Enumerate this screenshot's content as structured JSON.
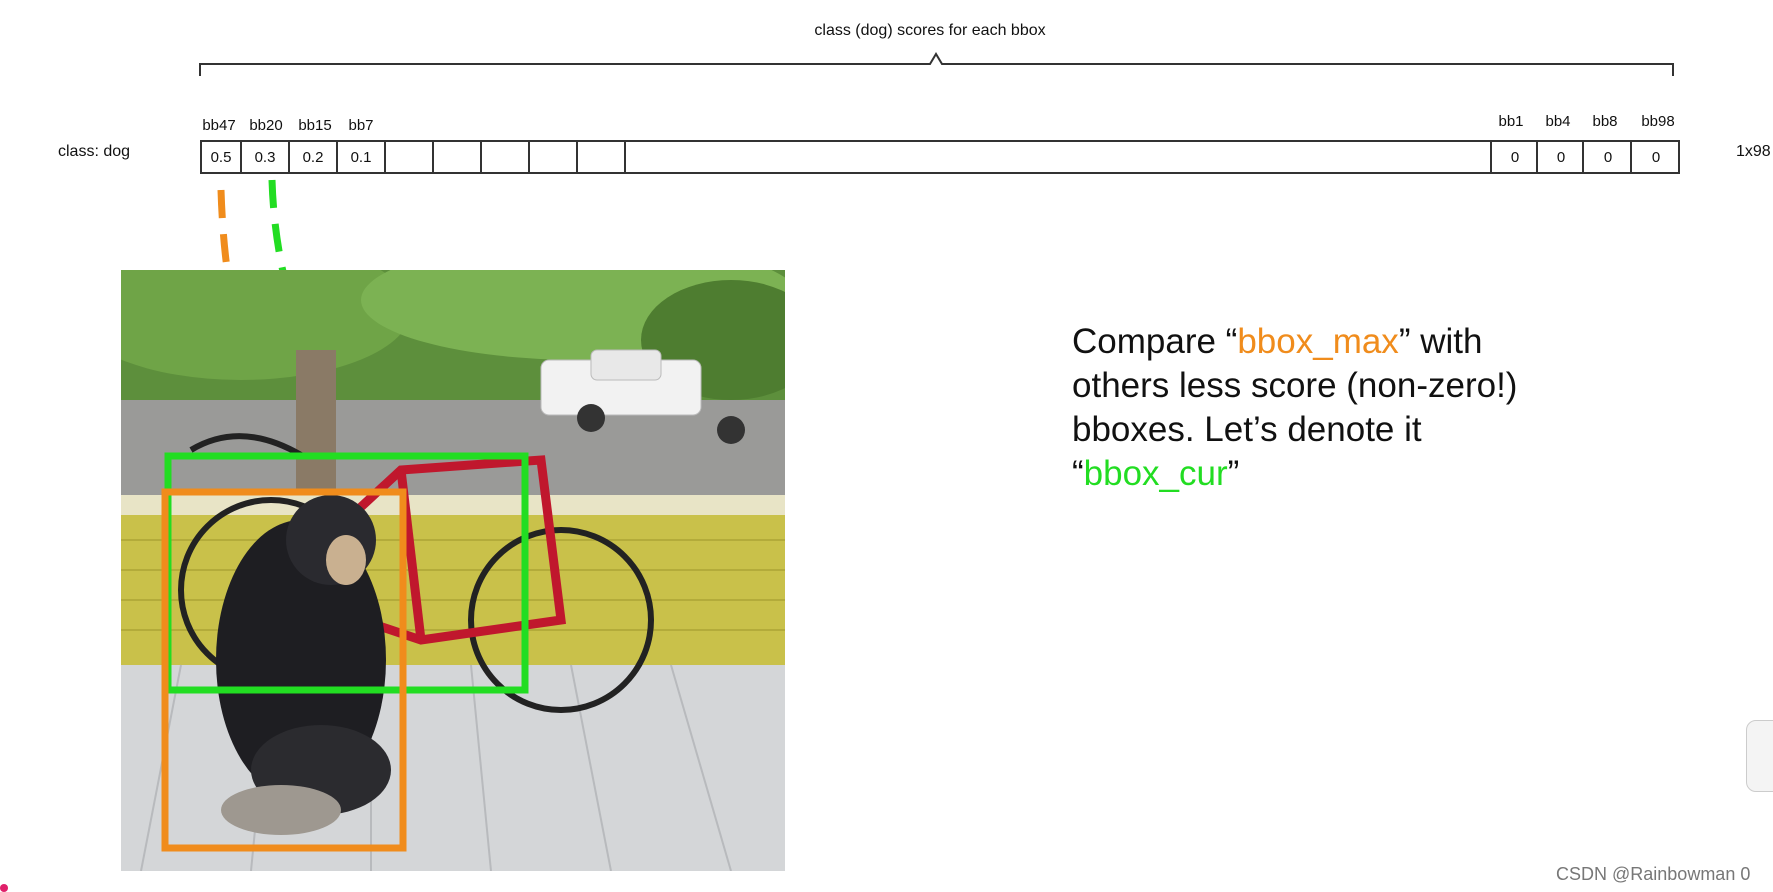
{
  "brace_title": "class (dog) scores for each bbox",
  "class_label": "class: dog",
  "size_label": "1x98",
  "left_cells": [
    {
      "header": "bb47",
      "value": "0.5"
    },
    {
      "header": "bb20",
      "value": "0.3"
    },
    {
      "header": "bb15",
      "value": "0.2"
    },
    {
      "header": "bb7",
      "value": "0.1"
    }
  ],
  "right_cells": [
    {
      "header": "bb1",
      "value": "0"
    },
    {
      "header": "bb4",
      "value": "0"
    },
    {
      "header": "bb8",
      "value": "0"
    },
    {
      "header": "bb98",
      "value": "0"
    }
  ],
  "slide_text": {
    "line1_pre": "Compare “",
    "line1_highlight": "bbox_max",
    "line1_post": "” with",
    "line2": "others less score (non-zero!)",
    "line3": "bboxes. Let’s denote it",
    "line4_pre": "“",
    "line4_highlight": "bbox_cur",
    "line4_post": "”"
  },
  "watermark": "CSDN @Rainbowman 0",
  "colors": {
    "bbox_max": "#f08c1c",
    "bbox_cur": "#22dd22"
  }
}
